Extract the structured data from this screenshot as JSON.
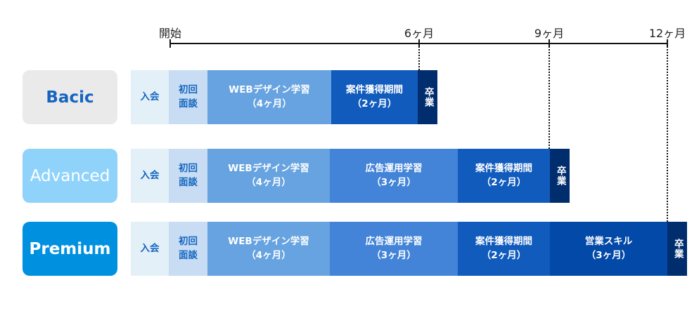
{
  "timeline": {
    "ticks": [
      {
        "label": "開始",
        "month": 0
      },
      {
        "label": "6ヶ月",
        "month": 6
      },
      {
        "label": "9ヶ月",
        "month": 9
      },
      {
        "label": "12ヶ月",
        "month": 12
      }
    ]
  },
  "colors": {
    "entry": "#e3f0f8",
    "interview": "#c8ddf3",
    "web": "#66a3e0",
    "ads": "#4384d8",
    "jobs": "#115bbd",
    "sales": "#0349a8",
    "graduate": "#002d6d"
  },
  "plans": [
    {
      "name": "Bacic",
      "segments": [
        {
          "l1": "入会"
        },
        {
          "l1": "初回",
          "l2": "面談"
        },
        {
          "l1": "WEBデザイン学習",
          "l2": "（4ヶ月）"
        },
        {
          "l1": "案件獲得期間",
          "l2": "（2ヶ月）"
        },
        {
          "l1": "卒業"
        }
      ]
    },
    {
      "name": "Advanced",
      "segments": [
        {
          "l1": "入会"
        },
        {
          "l1": "初回",
          "l2": "面談"
        },
        {
          "l1": "WEBデザイン学習",
          "l2": "（4ヶ月）"
        },
        {
          "l1": "広告運用学習",
          "l2": "（3ヶ月）"
        },
        {
          "l1": "案件獲得期間",
          "l2": "（2ヶ月）"
        },
        {
          "l1": "卒業"
        }
      ]
    },
    {
      "name": "Premium",
      "segments": [
        {
          "l1": "入会"
        },
        {
          "l1": "初回",
          "l2": "面談"
        },
        {
          "l1": "WEBデザイン学習",
          "l2": "（4ヶ月）"
        },
        {
          "l1": "広告運用学習",
          "l2": "（3ヶ月）"
        },
        {
          "l1": "案件獲得期間",
          "l2": "（2ヶ月）"
        },
        {
          "l1": "営業スキル",
          "l2": "（3ヶ月）"
        },
        {
          "l1": "卒業"
        }
      ]
    }
  ]
}
